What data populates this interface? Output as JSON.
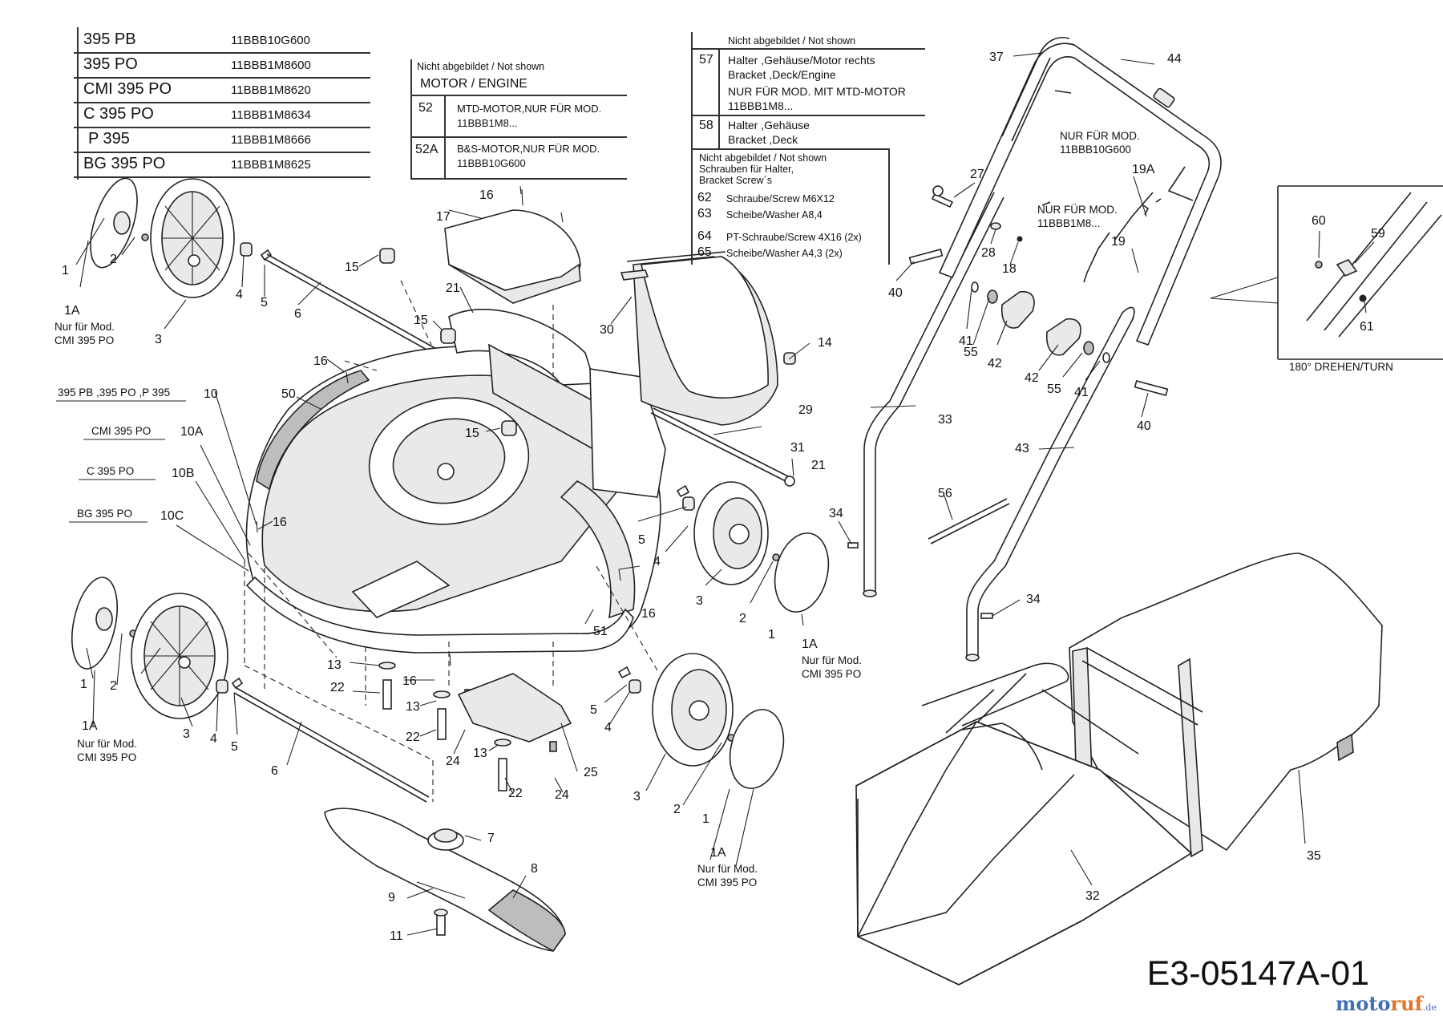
{
  "models": [
    {
      "name": "395 PB",
      "code": "11BBB10G600"
    },
    {
      "name": "395 PO",
      "code": "11BBB1M8600"
    },
    {
      "name": "CMI 395 PO",
      "code": "11BBB1M8620"
    },
    {
      "name": "C 395 PO",
      "code": "11BBB1M8634"
    },
    {
      "name": "P 395",
      "code": "11BBB1M8666"
    },
    {
      "name": "BG 395 PO",
      "code": "11BBB1M8625"
    }
  ],
  "engine_table": {
    "note": "Nicht abgebildet / Not shown",
    "heading": "MOTOR / ENGINE",
    "rows": [
      {
        "num": "52",
        "line1": "MTD-MOTOR,NUR FÜR MOD.",
        "line2": "11BBB1M8..."
      },
      {
        "num": "52A",
        "line1": "B&S-MOTOR,NUR FÜR MOD.",
        "line2": "11BBB10G600"
      }
    ]
  },
  "bracket_table": {
    "note": "Nicht abgebildet / Not shown",
    "row57": {
      "num": "57",
      "line1": "Halter ,Gehäuse/Motor rechts",
      "line2": "Bracket ,Deck/Engine",
      "line3": "NUR FÜR MOD. MIT MTD-MOTOR",
      "line4": "11BBB1M8..."
    },
    "row58": {
      "num": "58",
      "line1": "Halter ,Gehäuse",
      "line2": "Bracket ,Deck"
    },
    "screws_note1": "Nicht abgebildet / Not shown",
    "screws_note2": "Schrauben für Halter,",
    "screws_note3": "Bracket Screw´s",
    "screws": [
      {
        "num": "62",
        "text": "Schraube/Screw  M6X12"
      },
      {
        "num": "63",
        "text": "Scheibe/Washer A8,4"
      },
      {
        "num": "64",
        "text": "PT-Schraube/Screw  4X16 (2x)"
      },
      {
        "num": "65",
        "text": "Scheibe/Washer   A4,3  (2x)"
      }
    ]
  },
  "model_tags": {
    "t10": "395 PB ,395 PO ,P 395",
    "t10A": "CMI 395 PO",
    "t10B": "C 395 PO",
    "t10C": "BG 395 PO"
  },
  "notes": {
    "nur_mod_1a": "Nur für Mod.",
    "cmi": "CMI 395 PO",
    "nur_fuer_mod": "NUR FÜR MOD.",
    "code_g600": "11BBB10G600",
    "code_m8": "11BBB1M8...",
    "turn": "180° DREHEN/TURN"
  },
  "labels": {
    "p1": "1",
    "p1A": "1A",
    "p2": "2",
    "p3": "3",
    "p4": "4",
    "p5": "5",
    "p6": "6",
    "p7": "7",
    "p8": "8",
    "p9": "9",
    "p10": "10",
    "p10A": "10A",
    "p10B": "10B",
    "p10C": "10C",
    "p11": "11",
    "p13": "13",
    "p14": "14",
    "p15": "15",
    "p16": "16",
    "p17": "17",
    "p18": "18",
    "p19": "19",
    "p19A": "19A",
    "p21": "21",
    "p22": "22",
    "p24": "24",
    "p25": "25",
    "p27": "27",
    "p28": "28",
    "p29": "29",
    "p30": "30",
    "p31": "31",
    "p32": "32",
    "p33": "33",
    "p34": "34",
    "p35": "35",
    "p37": "37",
    "p40": "40",
    "p41": "41",
    "p42": "42",
    "p43": "43",
    "p44": "44",
    "p50": "50",
    "p51": "51",
    "p55": "55",
    "p56": "56",
    "p59": "59",
    "p60": "60",
    "p61": "61"
  },
  "doc_id": "E3-05147A-01",
  "brand": {
    "a": "moto",
    "b": "ruf",
    "c": ".de"
  }
}
